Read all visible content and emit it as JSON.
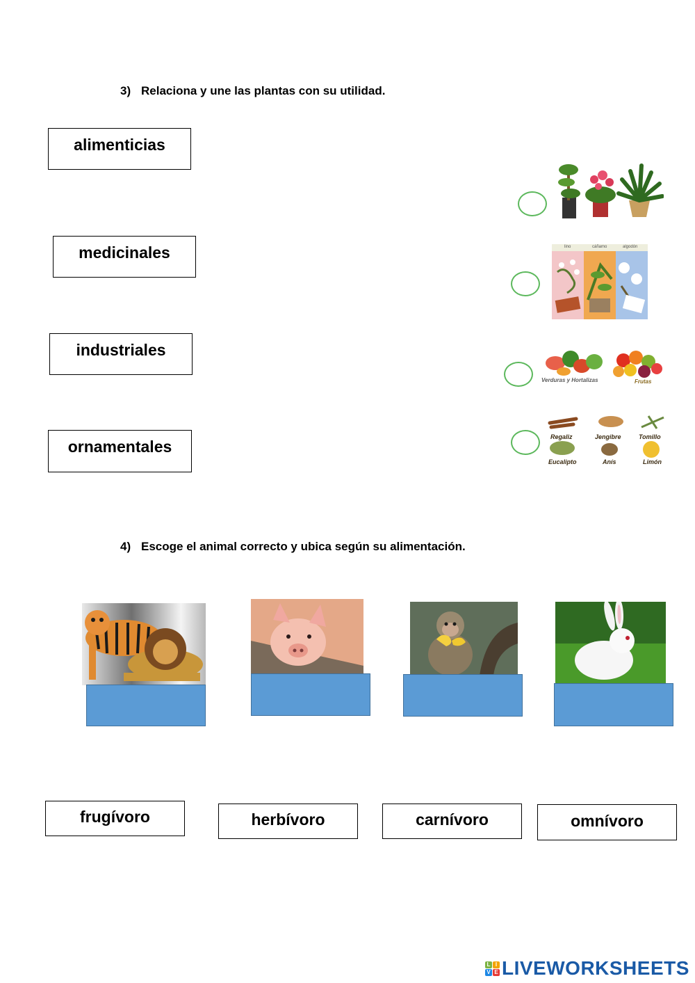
{
  "section3": {
    "number": "3)",
    "instruction": "Relaciona y une las plantas con su utilidad.",
    "labels": [
      "alimenticias",
      "medicinales",
      "industriales",
      "ornamentales"
    ],
    "industrial_captions": [
      "lino",
      "cáñamo",
      "algodón"
    ],
    "food_captions": [
      "Verduras y Hortalizas",
      "Frutas"
    ],
    "medicinal_captions": [
      "Regaliz",
      "Jengibre",
      "Tomillo",
      "Eucalipto",
      "Anís",
      "Limón"
    ]
  },
  "section4": {
    "number": "4)",
    "instruction": "Escoge el animal correcto y ubica según su alimentación.",
    "options": [
      "frugívoro",
      "herbívoro",
      "carnívoro",
      "omnívoro"
    ]
  },
  "footer": {
    "logo_text": "LIVEWORKSHEETS",
    "logo_mark": [
      "L",
      "I",
      "V",
      "E"
    ]
  },
  "colors": {
    "dropbox": "#5b9bd5",
    "circle": "#5cb85c",
    "logo": "#1a5aa6"
  }
}
